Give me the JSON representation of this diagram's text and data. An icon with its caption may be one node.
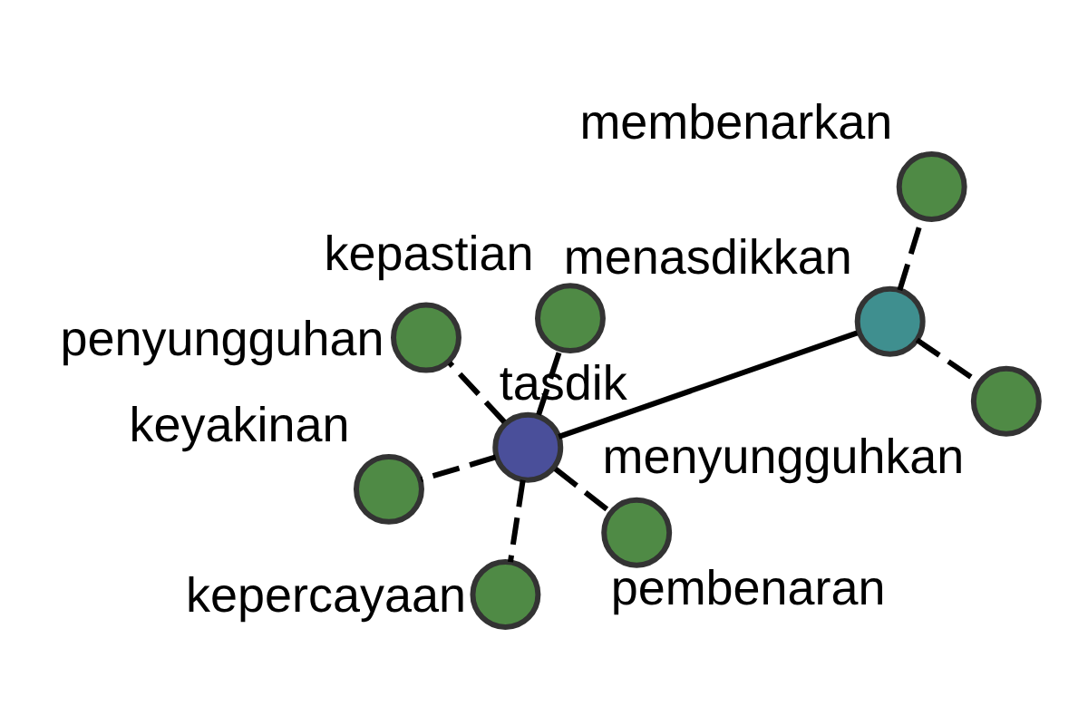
{
  "diagram": {
    "nodes": [
      {
        "text": [],
        "shape": "circle",
        "beside": [
          "tasdik"
        ]
      },
      {
        "text": [],
        "shape": "circle",
        "beside": [
          "menasdikkan"
        ]
      },
      {
        "text": [],
        "shape": "circle",
        "beside": [
          "menyungguhkan"
        ]
      },
      {
        "text": [],
        "shape": "circle",
        "beside": [
          "membenarkan"
        ]
      },
      {
        "text": [],
        "shape": "circle",
        "beside": [
          "kepastian"
        ]
      },
      {
        "text": [],
        "shape": "circle",
        "beside": [
          "penyungguhan"
        ]
      },
      {
        "text": [],
        "shape": "circle",
        "beside": [
          "keyakinan"
        ]
      },
      {
        "text": [],
        "shape": "circle",
        "beside": [
          "pembenaran"
        ]
      },
      {
        "text": [],
        "shape": "circle",
        "beside": [
          "kepercayaan"
        ]
      }
    ],
    "edges": [
      {
        "from": 0,
        "to": 1,
        "arrow": "none"
      },
      {
        "from": 1,
        "to": 2,
        "arrow": "none",
        "style": "dashed"
      },
      {
        "from": 1,
        "to": 3,
        "arrow": "none",
        "style": "dashed"
      },
      {
        "from": 0,
        "to": 4,
        "arrow": "none",
        "style": "dashed"
      },
      {
        "from": 0,
        "to": 5,
        "arrow": "none",
        "style": "dashed"
      },
      {
        "from": 0,
        "to": 6,
        "arrow": "none",
        "style": "dashed"
      },
      {
        "from": 0,
        "to": 7,
        "arrow": "none",
        "style": "dashed"
      },
      {
        "from": 0,
        "to": 8,
        "arrow": "none",
        "style": "dashed"
      }
    ]
  }
}
